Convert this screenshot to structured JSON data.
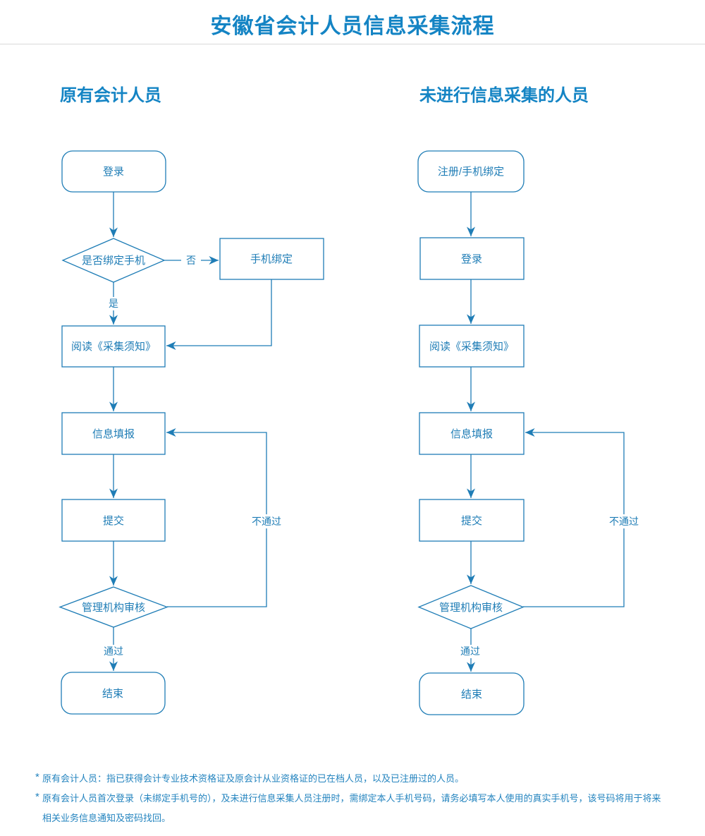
{
  "title": "安徽省会计人员信息采集流程",
  "colors": {
    "title_blue": "#1484c4",
    "diagram_blue": "#1f7db6",
    "notes_blue": "#2484bf",
    "divider_gray": "#d9d9d9"
  },
  "flow": {
    "left": {
      "header": "原有会计人员",
      "login": "登录",
      "check_phone": "是否绑定手机",
      "bind_phone": "手机绑定",
      "read_notice": "阅读《采集须知》",
      "fill_info": "信息填报",
      "submit": "提交",
      "review": "管理机构审核",
      "end": "结束",
      "label_no": "否",
      "label_yes": "是",
      "label_pass": "通过",
      "label_fail": "不通过"
    },
    "right": {
      "header": "未进行信息采集的人员",
      "register": "注册/手机绑定",
      "login": "登录",
      "read_notice": "阅读《采集须知》",
      "fill_info": "信息填报",
      "submit": "提交",
      "review": "管理机构审核",
      "end": "结束",
      "label_pass": "通过",
      "label_fail": "不通过"
    }
  },
  "notes": {
    "bullet": "*",
    "items": [
      "原有会计人员：指已获得会计专业技术资格证及原会计从业资格证的已在档人员，以及已注册过的人员。",
      "原有会计人员首次登录（未绑定手机号的），及未进行信息采集人员注册时，需绑定本人手机号码，请务必填写本人使用的真实手机号，该号码将用于将来相关业务信息通知及密码找回。"
    ]
  }
}
